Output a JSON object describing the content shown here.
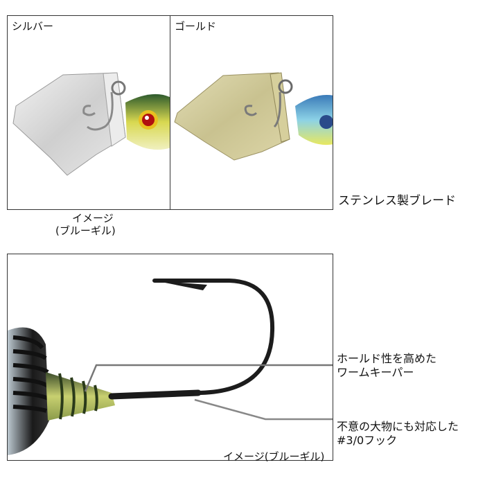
{
  "top": {
    "panels": [
      {
        "title": "シルバー",
        "color": "#d9d9d9"
      },
      {
        "title": "ゴールド",
        "color": "#cfc9a0"
      }
    ],
    "caption_line1": "イメージ",
    "caption_line2": "(ブルーギル)",
    "blade_label": "ステンレス製ブレード"
  },
  "bottom": {
    "callout1_line1": "ホールド性を高めた",
    "callout1_line2": "ワームキーパー",
    "callout2_line1": "不意の大物にも対応した",
    "callout2_line2": "#3/0フック",
    "caption": "イメージ(ブルーギル)"
  }
}
